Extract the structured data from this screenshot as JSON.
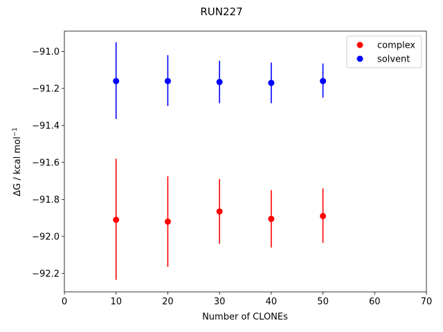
{
  "chart_data": {
    "type": "scatter",
    "title": "RUN227",
    "xlabel": "Number of CLONEs",
    "ylabel": "ΔG / kcal mol",
    "ylabel_superscript": "−1",
    "xlim": [
      0,
      70
    ],
    "ylim": [
      -92.3,
      -90.89
    ],
    "xticks": [
      0,
      10,
      20,
      30,
      40,
      50,
      60,
      70
    ],
    "xtick_labels": [
      "0",
      "10",
      "20",
      "30",
      "40",
      "50",
      "60",
      "70"
    ],
    "yticks": [
      -92.2,
      -92.0,
      -91.8,
      -91.6,
      -91.4,
      -91.2,
      -91.0
    ],
    "ytick_labels": [
      "−92.2",
      "−92.0",
      "−91.8",
      "−91.6",
      "−91.4",
      "−91.2",
      "−91.0"
    ],
    "grid": false,
    "legend_position": "top-right",
    "series": [
      {
        "name": "complex",
        "color": "#ff0000",
        "x": [
          10,
          20,
          30,
          40,
          50
        ],
        "y": [
          -91.91,
          -91.92,
          -91.865,
          -91.905,
          -91.89
        ],
        "err_low": [
          -92.235,
          -92.165,
          -92.04,
          -92.06,
          -92.035
        ],
        "err_high": [
          -91.58,
          -91.675,
          -91.69,
          -91.75,
          -91.74
        ]
      },
      {
        "name": "solvent",
        "color": "#0000ff",
        "x": [
          10,
          20,
          30,
          40,
          50
        ],
        "y": [
          -91.16,
          -91.16,
          -91.165,
          -91.17,
          -91.16
        ],
        "err_low": [
          -91.365,
          -91.295,
          -91.28,
          -91.28,
          -91.25
        ],
        "err_high": [
          -90.95,
          -91.02,
          -91.05,
          -91.06,
          -91.065
        ]
      }
    ]
  }
}
